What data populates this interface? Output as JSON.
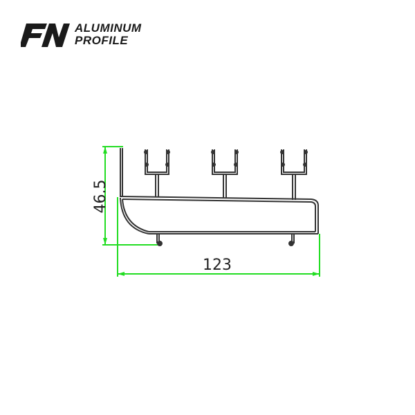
{
  "logo": {
    "mark": "FN",
    "line1": "ALUMINUM",
    "line2": "PROFILE"
  },
  "drawing": {
    "height_dimension": "46.5",
    "width_dimension": "123",
    "dimension_color": "#22dd22",
    "profile_color": "#333333",
    "clip_count": 3,
    "foot_count": 2
  }
}
